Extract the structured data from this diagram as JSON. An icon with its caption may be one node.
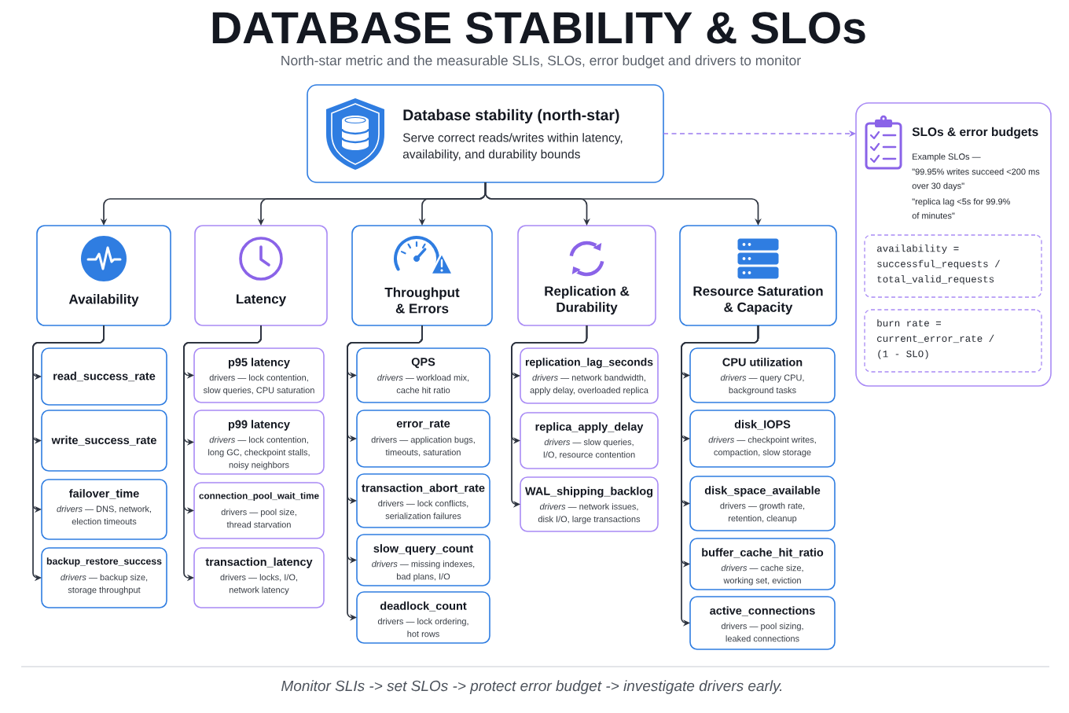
{
  "diagram": {
    "title": "DATABASE STABILITY & SLOs",
    "caption": "Monitor SLIs -> set SLOs -> protect error budget -> investigate drivers early.",
    "nodes": [
      {
        "text": [
          "Database stability (north-star)",
          "Serve correct reads/writes within latency, availability, and durability bounds"
        ]
      },
      {
        "text": [
          "SLOs & error budgets",
          "Example SLOs —",
          "\"99.95% writes succeed <200 ms over 30 days\"",
          "\"replica lag <5s for 99.9% of minutes\""
        ]
      },
      {
        "text": [
          "availability = successful_requests / total_valid_requests"
        ],
        "in": 1
      },
      {
        "text": [
          "burn rate = current_error_rate / (1 - SLO)"
        ],
        "in": 1
      },
      {
        "text": [
          "Availability"
        ]
      },
      {
        "text": [
          "Latency"
        ]
      },
      {
        "text": [
          "Throughput & Errors"
        ]
      },
      {
        "text": [
          "Replication & Durability"
        ]
      },
      {
        "text": [
          "Resource Saturation & Capacity"
        ]
      },
      {
        "text": [
          "read_success_rate"
        ]
      },
      {
        "text": [
          "write_success_rate"
        ]
      },
      {
        "text": [
          "failover_time",
          "*drivers* — DNS, network, election timeouts"
        ]
      },
      {
        "text": [
          "backup_restore_success",
          "*drivers* — backup size, storage throughput"
        ]
      },
      {
        "text": [
          "p95 latency",
          "drivers — lock contention, slow queries, CPU saturation"
        ]
      },
      {
        "text": [
          "p99 latency",
          "*drivers* — lock contention, long GC, checkpoint stalls, noisy neighbors"
        ]
      },
      {
        "text": [
          "connection_pool_wait_time",
          "drivers — pool size, thread starvation"
        ]
      },
      {
        "text": [
          "transaction_latency",
          "drivers — locks, I/O, network latency"
        ]
      },
      {
        "text": [
          "QPS",
          "*drivers* — workload mix, cache hit ratio"
        ]
      },
      {
        "text": [
          "error_rate",
          "drivers — application bugs, timeouts, saturation"
        ]
      },
      {
        "text": [
          "transaction_abort_rate",
          "drivers — lock conflicts, serialization failures"
        ]
      },
      {
        "text": [
          "slow_query_count",
          "*drivers* — missing indexes, bad plans, I/O"
        ]
      },
      {
        "text": [
          "deadlock_count",
          "drivers — lock ordering, hot rows"
        ]
      },
      {
        "text": [
          "replication_lag_seconds",
          "*drivers* — network bandwidth, apply delay, overloaded replica"
        ]
      },
      {
        "text": [
          "replica_apply_delay",
          "*drivers* — slow queries, I/O, resource contention"
        ]
      },
      {
        "text": [
          "WAL_shipping_backlog",
          "*drivers* — network issues, disk I/O, large transactions"
        ]
      },
      {
        "text": [
          "CPU utilization",
          "*drivers* — query CPU, background tasks"
        ]
      },
      {
        "text": [
          "disk_IOPS",
          "*drivers* — checkpoint writes, compaction, slow storage"
        ]
      },
      {
        "text": [
          "disk_space_available",
          "drivers — growth rate, retention, cleanup"
        ]
      },
      {
        "text": [
          "buffer_cache_hit_ratio",
          "*drivers* — cache size, working set, eviction"
        ]
      },
      {
        "text": [
          "active_connections",
          "drivers — pool sizing, leaked connections"
        ]
      }
    ],
    "edges": [
      {
        "from": 0,
        "to": 4,
        "arrow": "to"
      },
      {
        "from": 0,
        "to": 5,
        "arrow": "to"
      },
      {
        "from": 0,
        "to": 6,
        "arrow": "to"
      },
      {
        "from": 0,
        "to": 7,
        "arrow": "to"
      },
      {
        "from": 0,
        "to": 8,
        "arrow": "to"
      },
      {
        "from": 0,
        "to": 1,
        "arrow": "to",
        "style": "dashed",
        "color": "#9b7bf0"
      },
      {
        "from": 4,
        "to": 9,
        "arrow": "to"
      },
      {
        "from": 4,
        "to": 10,
        "arrow": "to"
      },
      {
        "from": 4,
        "to": 11,
        "arrow": "to"
      },
      {
        "from": 4,
        "to": 12,
        "arrow": "to"
      },
      {
        "from": 5,
        "to": 13,
        "arrow": "to"
      },
      {
        "from": 5,
        "to": 14,
        "arrow": "to"
      },
      {
        "from": 5,
        "to": 15,
        "arrow": "to"
      },
      {
        "from": 5,
        "to": 16,
        "arrow": "to"
      },
      {
        "from": 6,
        "to": 17,
        "arrow": "to"
      },
      {
        "from": 6,
        "to": 18,
        "arrow": "to"
      },
      {
        "from": 6,
        "to": 19,
        "arrow": "to"
      },
      {
        "from": 6,
        "to": 20,
        "arrow": "to"
      },
      {
        "from": 6,
        "to": 21,
        "arrow": "to"
      },
      {
        "from": 7,
        "to": 22,
        "arrow": "to"
      },
      {
        "from": 7,
        "to": 23,
        "arrow": "to"
      },
      {
        "from": 7,
        "to": 24,
        "arrow": "to"
      },
      {
        "from": 8,
        "to": 25,
        "arrow": "to"
      },
      {
        "from": 8,
        "to": 26,
        "arrow": "to"
      },
      {
        "from": 8,
        "to": 27,
        "arrow": "to"
      },
      {
        "from": 8,
        "to": 28,
        "arrow": "to"
      },
      {
        "from": 8,
        "to": 29,
        "arrow": "to"
      }
    ],
    "labels": [
      "North-star metric and the measurable SLIs, SLOs, error budget and drivers to monitor"
    ]
  }
}
